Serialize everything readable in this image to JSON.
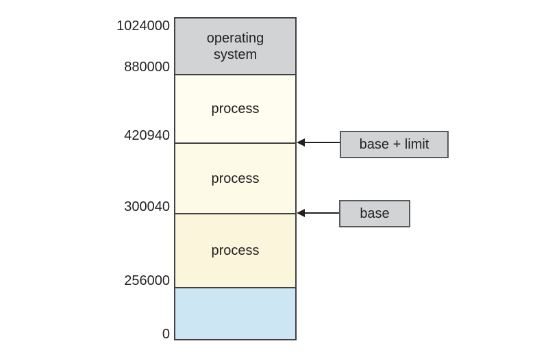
{
  "figure": {
    "description": "Memory layout diagram with operating system, processes, and base/limit register callouts",
    "addresses": [
      "1024000",
      "880000",
      "420940",
      "300040",
      "256000",
      "0"
    ],
    "segments": [
      {
        "label": "operating system",
        "fill": "#d1d3d4",
        "top_address": "1024000",
        "bottom_address": "880000"
      },
      {
        "label": "process",
        "fill": "#fefdf0",
        "top_address": "880000",
        "bottom_address": "420940"
      },
      {
        "label": "process",
        "fill": "#fdfbe8",
        "top_address": "420940",
        "bottom_address": "300040"
      },
      {
        "label": "process",
        "fill": "#fbf6db",
        "top_address": "300040",
        "bottom_address": "256000"
      },
      {
        "label": "",
        "fill": "#cde6f4",
        "top_address": "256000",
        "bottom_address": "0"
      }
    ],
    "callouts": [
      {
        "label": "base + limit",
        "points_to_address": "420940"
      },
      {
        "label": "base",
        "points_to_address": "300040"
      }
    ],
    "colors": {
      "background": "#ffffff",
      "column_border": "#414042",
      "callout_border": "#58595b",
      "callout_fill": "#d1d3d4",
      "text": "#231f20",
      "arrow": "#231f20"
    }
  }
}
